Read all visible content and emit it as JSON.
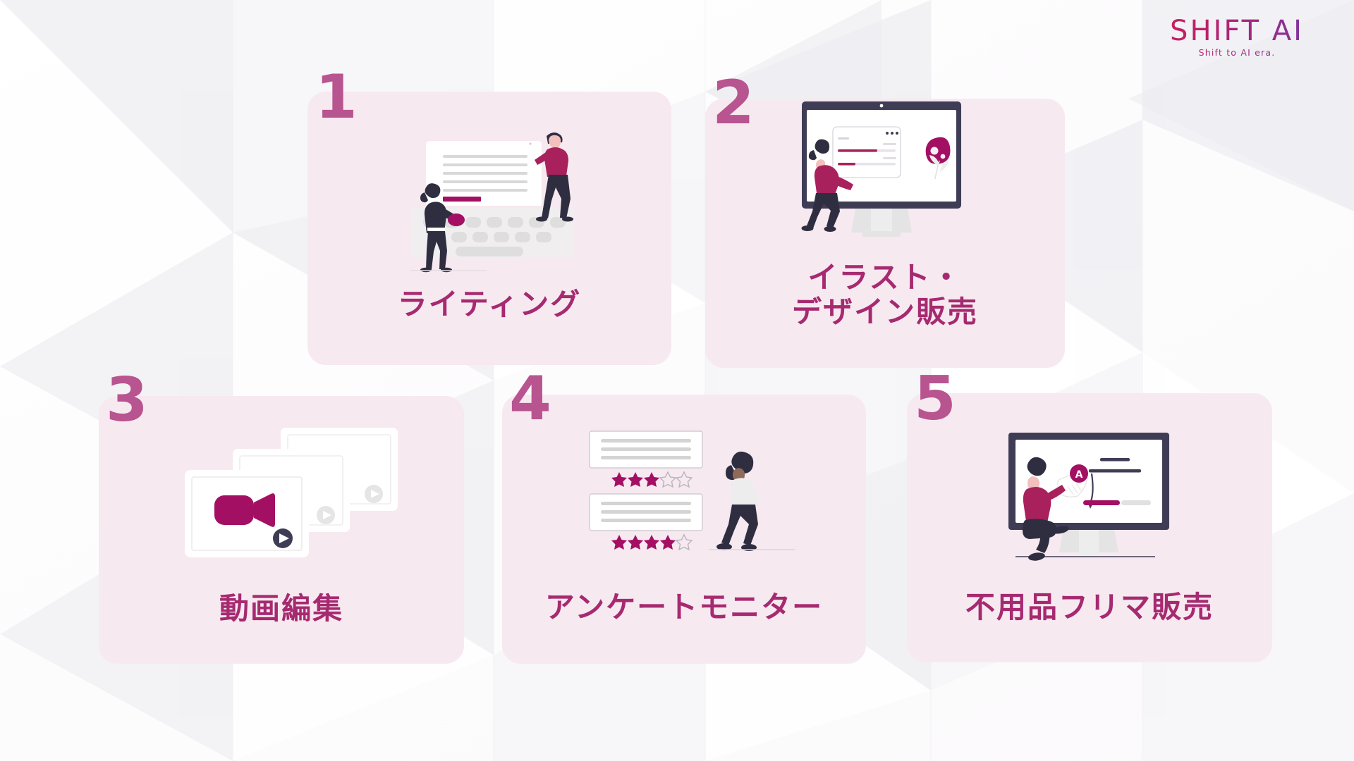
{
  "brand": {
    "logo_text": "SHIFT AI",
    "tagline": "Shift to AI era.",
    "gradient_start": "#d01a52",
    "gradient_end": "#6b3fae"
  },
  "theme": {
    "card_bg": "#f7e9f0",
    "number_color": "#b8548f",
    "title_color": "#a62a70",
    "accent_magenta": "#a31063",
    "accent_crimson": "#a8215c",
    "dark_navy": "#3f3d56",
    "page_bg": "#ffffff"
  },
  "cards": [
    {
      "number": "1",
      "title": "ライティング",
      "illustration": "writing-keyboard-illustration",
      "icon_name": "document-keyboard-icon"
    },
    {
      "number": "2",
      "title": "イラスト・\nデザイン販売",
      "illustration": "desktop-design-illustration",
      "icon_name": "monitor-design-icon"
    },
    {
      "number": "3",
      "title": "動画編集",
      "illustration": "video-stack-illustration",
      "icon_name": "video-camera-icon"
    },
    {
      "number": "4",
      "title": "アンケートモニター",
      "illustration": "survey-rating-illustration",
      "icon_name": "survey-stars-icon",
      "ratings": [
        {
          "filled": 3,
          "total": 5
        },
        {
          "filled": 4,
          "total": 5
        }
      ]
    },
    {
      "number": "5",
      "title": "不用品フリマ販売",
      "illustration": "monitor-listing-illustration",
      "icon_name": "monitor-upload-icon",
      "badge_letter": "A"
    }
  ]
}
